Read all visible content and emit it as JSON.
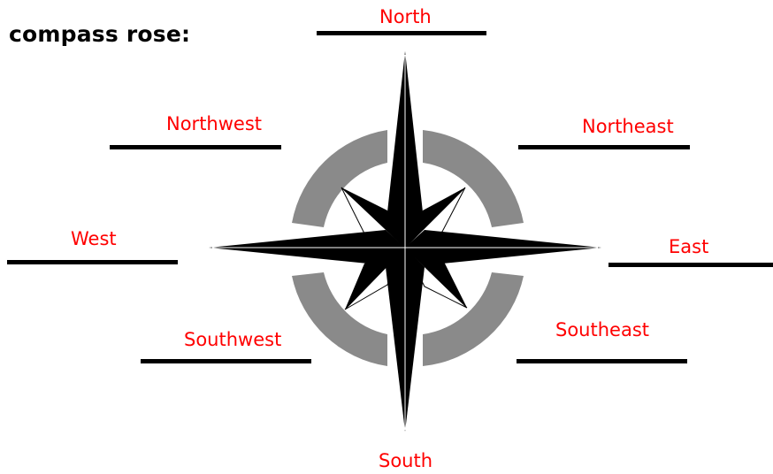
{
  "title": "compass rose:",
  "label_color": "#ff0000",
  "labels": {
    "north": "North",
    "northeast": "Northeast",
    "east": "East",
    "southeast": "Southeast",
    "south": "South",
    "southwest": "Southwest",
    "west": "West",
    "northwest": "Northwest"
  },
  "colors": {
    "ring": "#8a8a8a",
    "points": "#000000",
    "lines": "#000000"
  }
}
